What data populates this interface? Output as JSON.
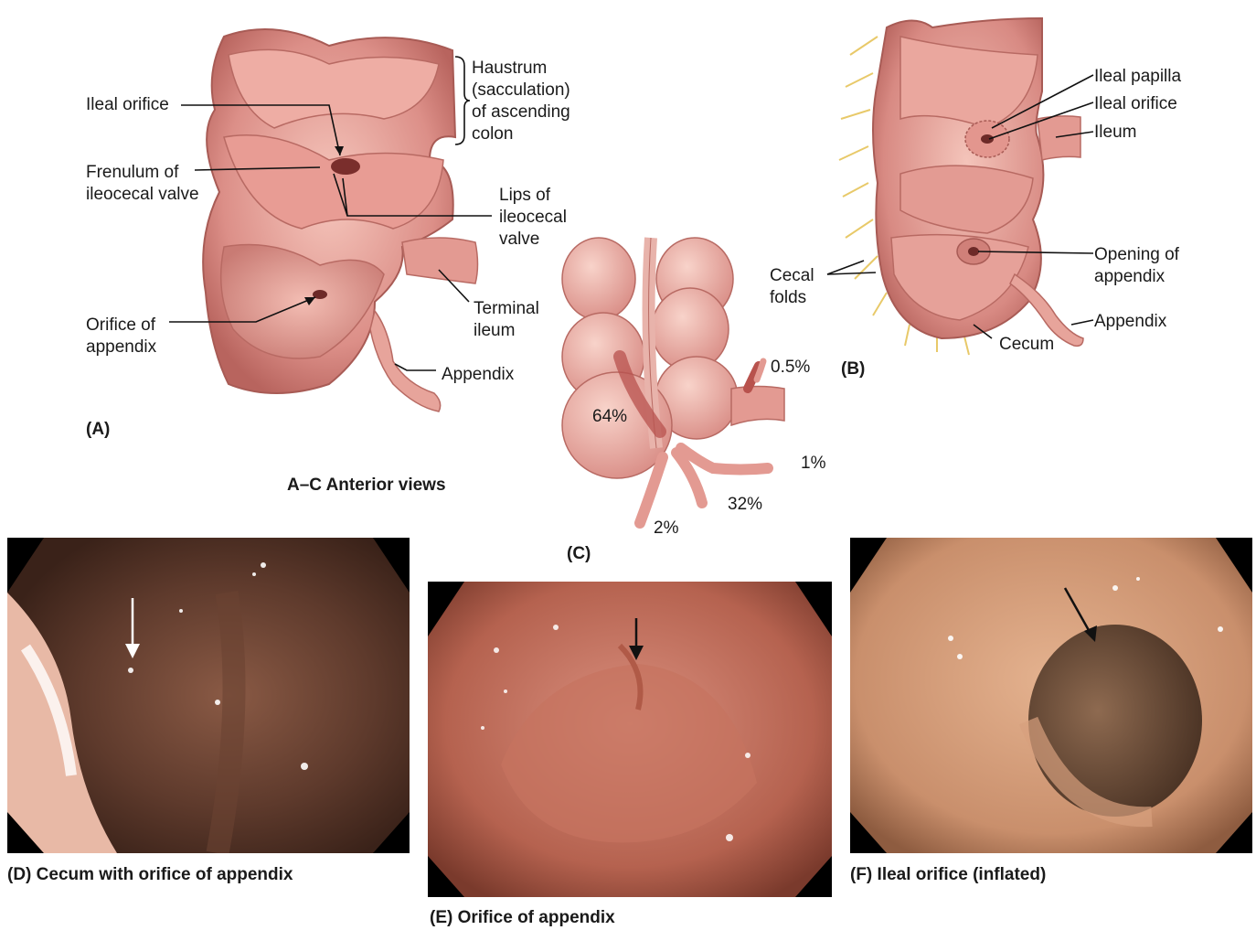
{
  "panelA": {
    "tag": "(A)",
    "labels": {
      "ileal_orifice": "Ileal orifice",
      "haustrum_1": "Haustrum",
      "haustrum_2": "(sacculation)",
      "haustrum_3": "of ascending",
      "haustrum_4": "colon",
      "frenulum_1": "Frenulum of",
      "frenulum_2": "ileocecal valve",
      "lips_1": "Lips of",
      "lips_2": "ileocecal",
      "lips_3": "valve",
      "terminal_1": "Terminal",
      "terminal_2": "ileum",
      "orifice_app_1": "Orifice of",
      "orifice_app_2": "appendix",
      "appendix": "Appendix"
    }
  },
  "views_caption": "A–C Anterior views",
  "panelB": {
    "tag": "(B)",
    "labels": {
      "ileal_papilla": "Ileal papilla",
      "ileal_orifice": "Ileal orifice",
      "ileum": "Ileum",
      "cecal_1": "Cecal",
      "cecal_2": "folds",
      "opening_1": "Opening of",
      "opening_2": "appendix",
      "appendix": "Appendix",
      "cecum": "Cecum"
    }
  },
  "panelC": {
    "tag": "(C)",
    "percentages": {
      "retrocecal": "64%",
      "preileal": "0.5%",
      "postileal": "1%",
      "pelvic": "32%",
      "subcecal": "2%"
    }
  },
  "photos": {
    "D": "(D) Cecum with orifice of appendix",
    "E": "(E) Orifice of appendix",
    "F": "(F) Ileal orifice (inflated)"
  },
  "colors": {
    "tissue": "#e8a49c",
    "tissue_dark": "#c77a72",
    "tissue_edge": "#a85b55",
    "fat": "#e9c95a"
  }
}
